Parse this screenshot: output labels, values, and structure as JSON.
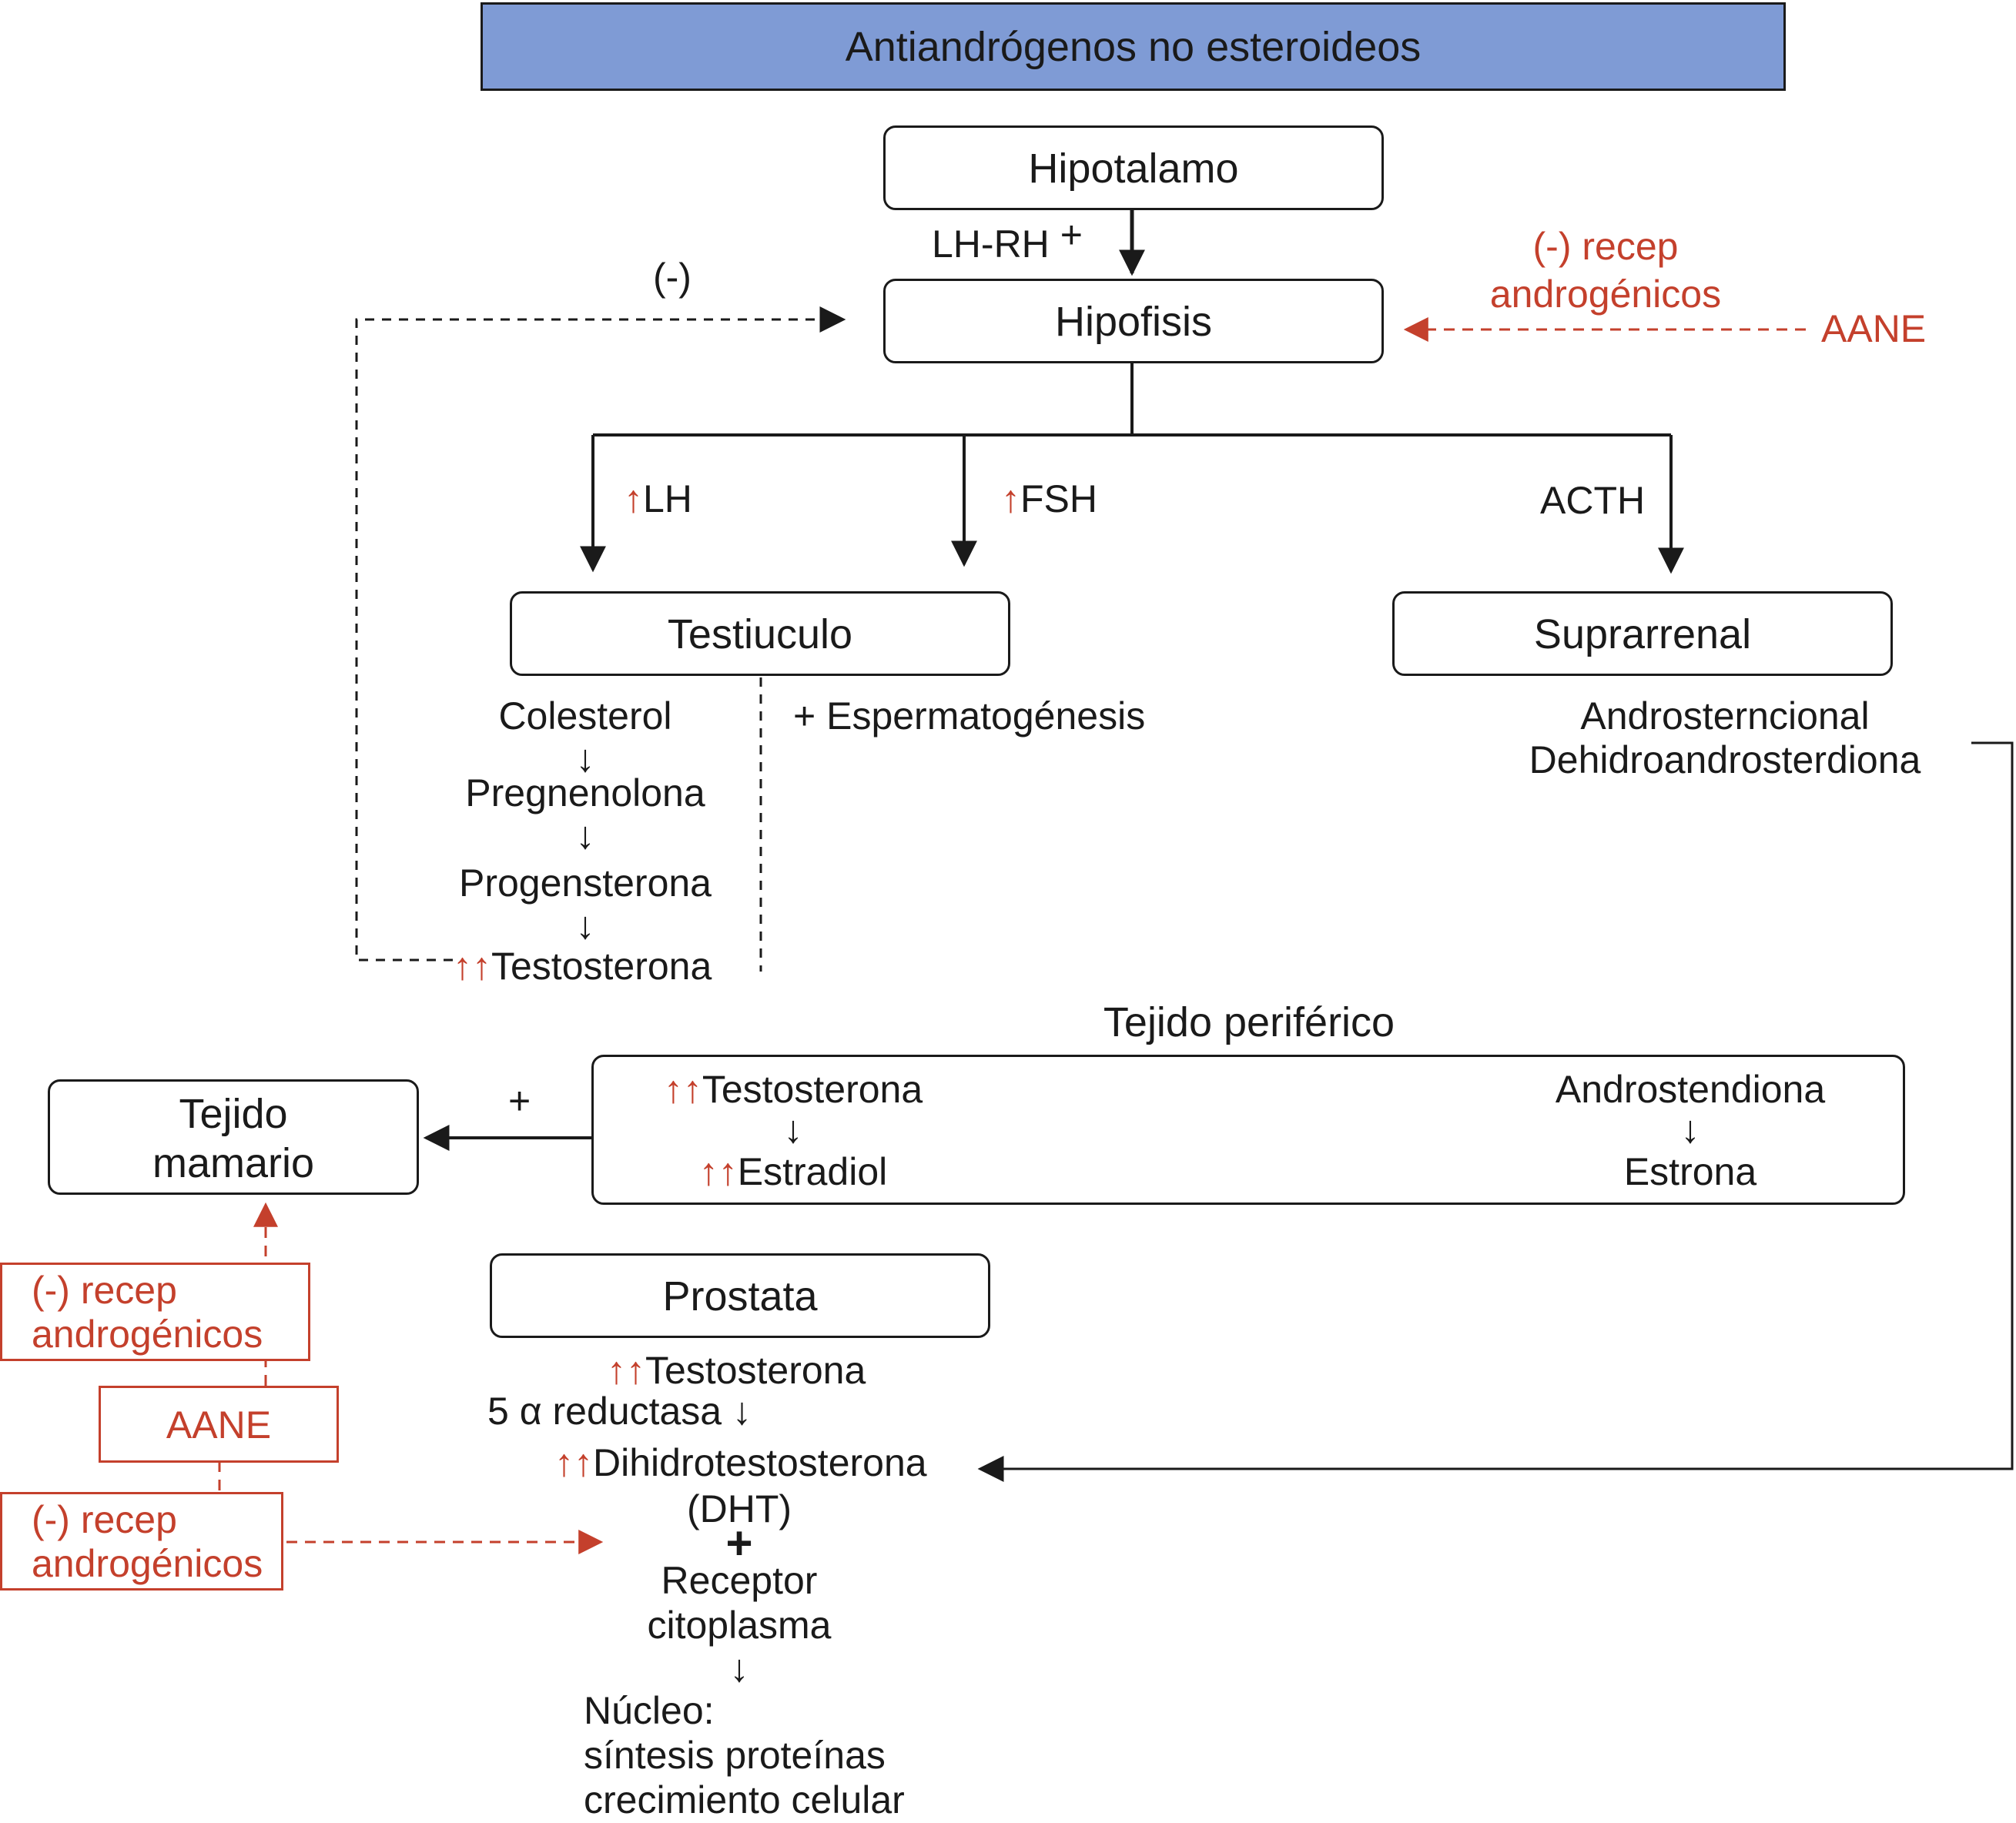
{
  "title": "Antiandrógenos no esteroideos",
  "colors": {
    "header_fill": "#7f9bd5",
    "accent_red": "#c4402c",
    "ink": "#1a1a1a"
  },
  "nodes": {
    "hipotalamo": "Hipotalamo",
    "hipofisis": "Hipofisis",
    "testiculo": "Testiuculo",
    "suprarrenal": "Suprarrenal",
    "tejido_mamario_1": "Tejido",
    "tejido_mamario_2": "mamario",
    "prostata": "Prostata",
    "tejido_periferico": "Tejido periférico"
  },
  "labels": {
    "lhrh": "LH-RH",
    "plus": "+",
    "neg": "(-)",
    "lh": "LH",
    "fsh": "FSH",
    "acth": "ACTH",
    "espermatogenesis": "+ Espermatogénesis",
    "mamario_plus": "+",
    "up_arrow": "↑",
    "double_up": "↑↑",
    "down_arrow": "↓"
  },
  "recep_top": {
    "line1": "(-) recep",
    "line2": "androgénicos",
    "aane": "AANE"
  },
  "left_annotations": {
    "recep1_line1": "(-) recep",
    "recep1_line2": "androgénicos",
    "aane": "AANE",
    "recep2_line1": "(-) recep",
    "recep2_line2": "androgénicos"
  },
  "testiculo_chain": [
    "Colesterol",
    "Pregnenolona",
    "Progensterona",
    "Testosterona"
  ],
  "suprarrenal_products": [
    "Androsterncional",
    "Dehidroandrosterdiona"
  ],
  "periferico": {
    "left_top": "Testosterona",
    "left_bottom": "Estradiol",
    "right_top": "Androstendiona",
    "right_bottom": "Estrona"
  },
  "prostata_chain": {
    "testosterona": "Testosterona",
    "reductasa": "5 α reductasa",
    "dht1": "Dihidrotestosterona",
    "dht2": "(DHT)",
    "plus": "+",
    "receptor1": "Receptor",
    "receptor2": "citoplasma",
    "nucleo1": "Núcleo:",
    "nucleo2": "síntesis proteínas",
    "nucleo3": "crecimiento celular"
  }
}
